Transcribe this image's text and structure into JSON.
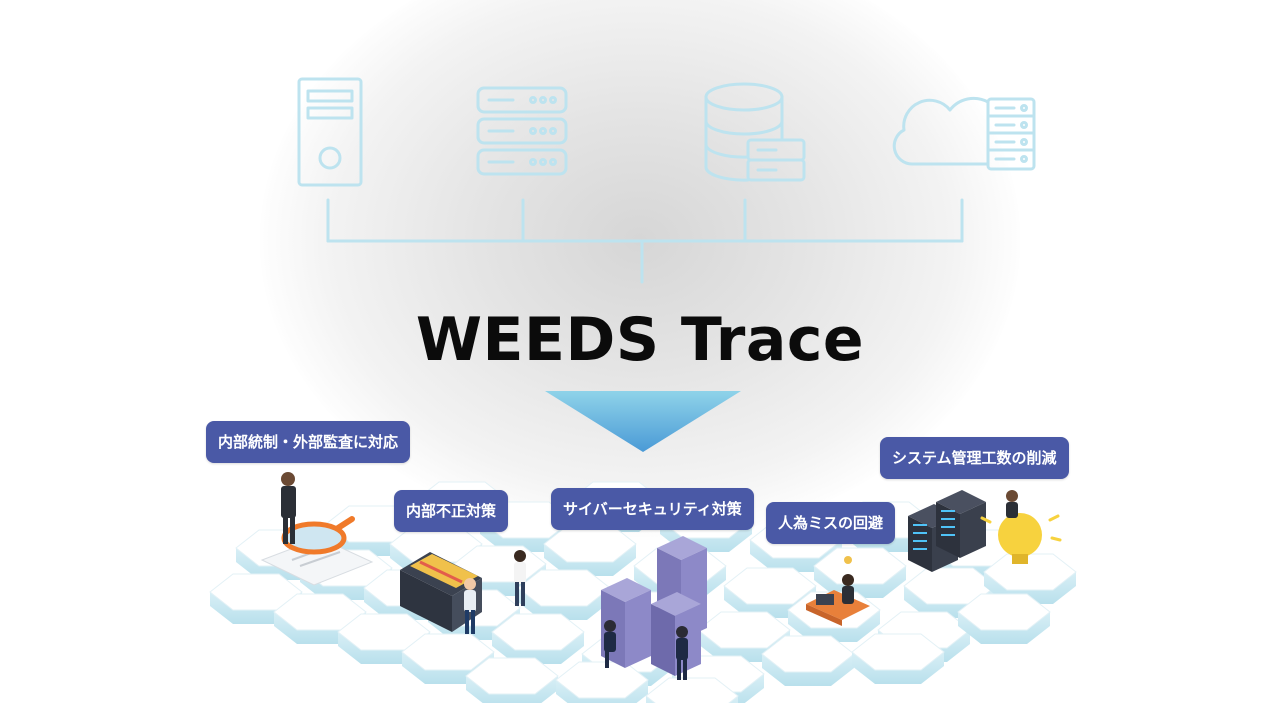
{
  "title": "WEEDS Trace",
  "labels": {
    "internal_control": "内部統制・外部監査に対応",
    "internal_fraud": "内部不正対策",
    "cyber_security": "サイバーセキュリティ対策",
    "human_error": "人為ミスの回避",
    "system_admin": "システム管理工数の削減"
  },
  "colors": {
    "icon_stroke": "#bde3ef",
    "badge_bg": "#4a59a6",
    "hex_top": "#ffffff",
    "hex_side": "#cdeaf3",
    "arrow_top": "#5aa8dc",
    "arrow_bottom": "#8fd3e9"
  },
  "icons": [
    "pc-tower-icon",
    "server-rack-icon",
    "database-icon",
    "cloud-server-icon"
  ]
}
